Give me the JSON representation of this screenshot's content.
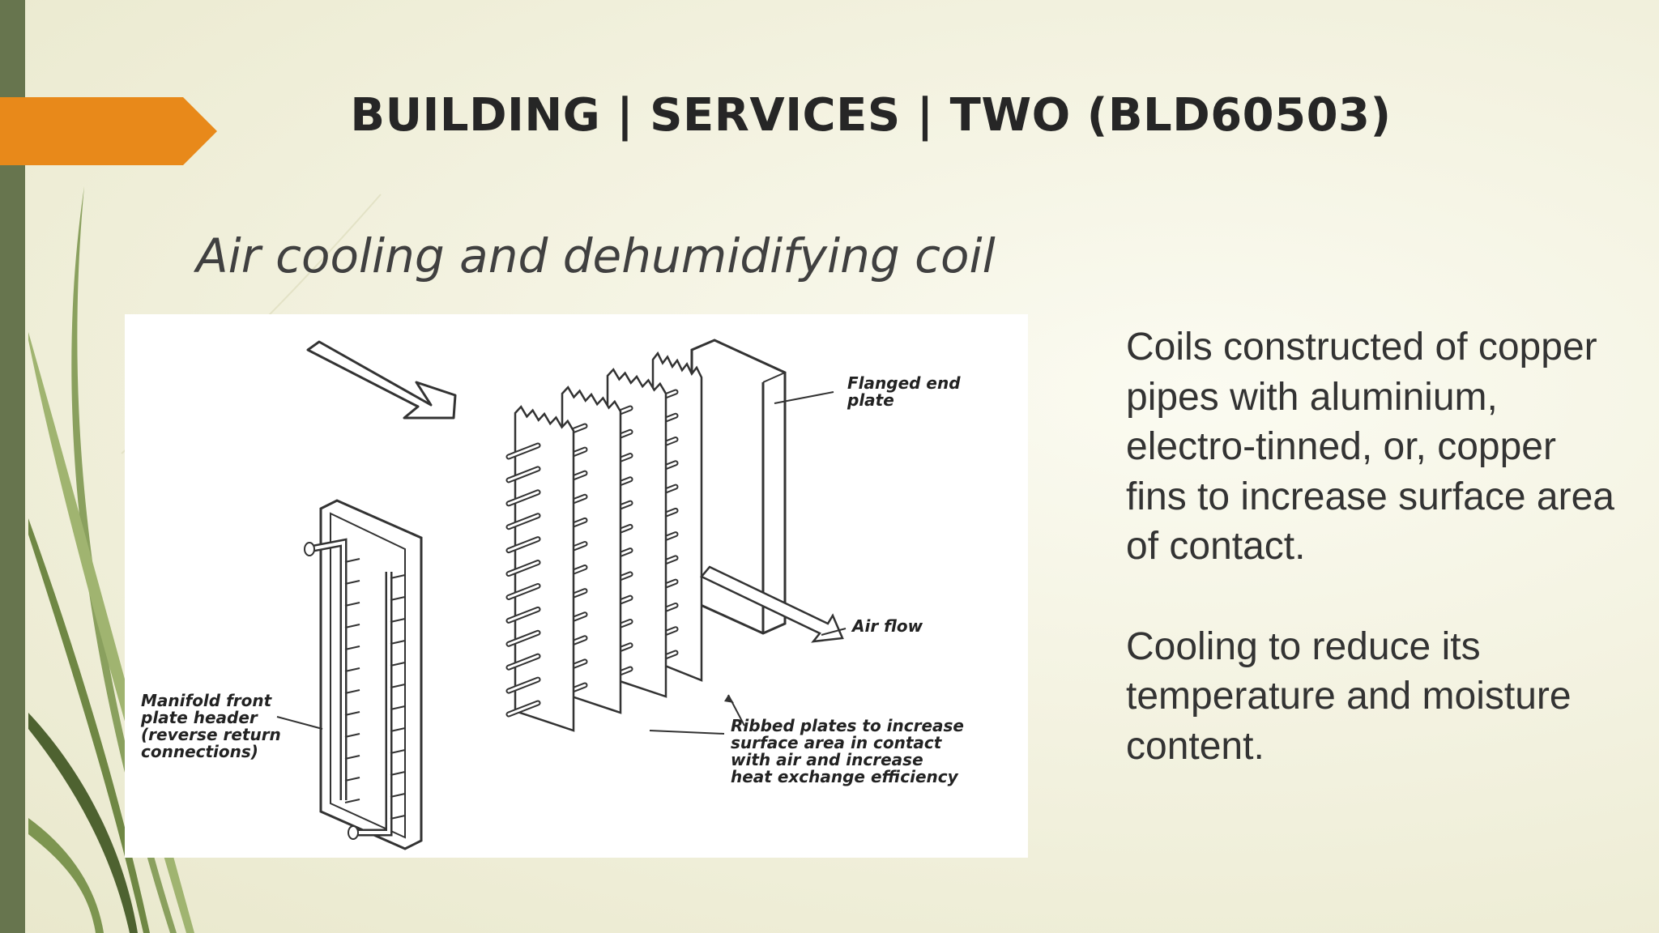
{
  "slide": {
    "title": "BUILDING | SERVICES | TWO (BLD60503)",
    "subtitle": "Air cooling and dehumidifying coil",
    "paragraphs": [
      "Coils constructed of copper pipes with aluminium, electro-tinned, or, copper fins to increase surface area of contact.",
      "Cooling to reduce its temperature and moisture content."
    ]
  },
  "diagram": {
    "labels": {
      "flanged_end_plate": [
        "Flanged end",
        "plate"
      ],
      "air_flow": "Air flow",
      "manifold": [
        "Manifold front",
        "plate header",
        "(reverse return",
        "connections)"
      ],
      "ribbed_plates": [
        "Ribbed plates to increase",
        "surface area in contact",
        "with air and increase",
        "heat exchange efficiency"
      ]
    }
  },
  "colors": {
    "accent_orange": "#e8891a",
    "sidebar_green": "#67754e",
    "title_text": "#262626"
  }
}
